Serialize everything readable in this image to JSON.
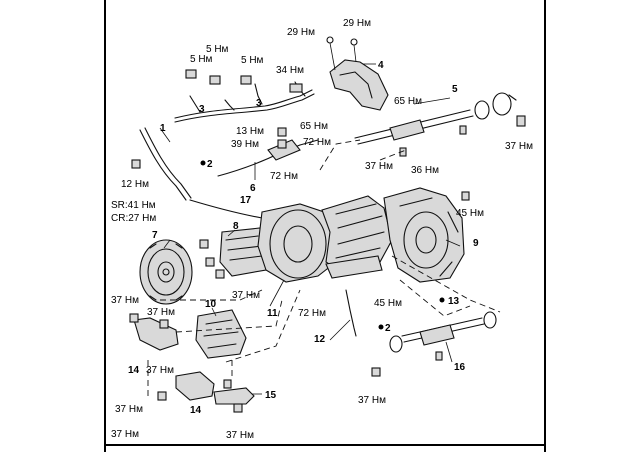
{
  "torques": {
    "t29a": "29 Нм",
    "t29b": "29 Нм",
    "t5a": "5 Нм",
    "t5b": "5 Нм",
    "t5c": "5 Нм",
    "t34": "34 Нм",
    "t65a": "65 Нм",
    "t65b": "65 Нм",
    "t13": "13 Нм",
    "t39": "39 Нм",
    "t72a": "72 Нм",
    "t72b": "72 Нм",
    "t72c": "72 Нм",
    "t37a": "37 Нм",
    "t37b": "37 Нм",
    "t37c": "37 Нм",
    "t37d": "37 Нм",
    "t37e": "37 Нм",
    "t37f": "37 Нм",
    "t37g": "37 Нм",
    "t37h": "37 Нм",
    "t37i": "37 Нм",
    "t37j": "37 Нм",
    "t36": "36 Нм",
    "t12": "12 Нм",
    "t45a": "45 Нм",
    "t45b": "45 Нм",
    "sr": "SR:41 Нм",
    "cr": "CR:27 Нм"
  },
  "parts": {
    "p1": "1",
    "p2a": "2",
    "p2b": "2",
    "p3a": "3",
    "p3b": "3",
    "p4": "4",
    "p5": "5",
    "p6": "6",
    "p7": "7",
    "p8": "8",
    "p9": "9",
    "p10": "10",
    "p11": "11",
    "p12": "12",
    "p13": "13",
    "p14a": "14",
    "p14b": "14",
    "p15": "15",
    "p16": "16",
    "p17": "17"
  }
}
